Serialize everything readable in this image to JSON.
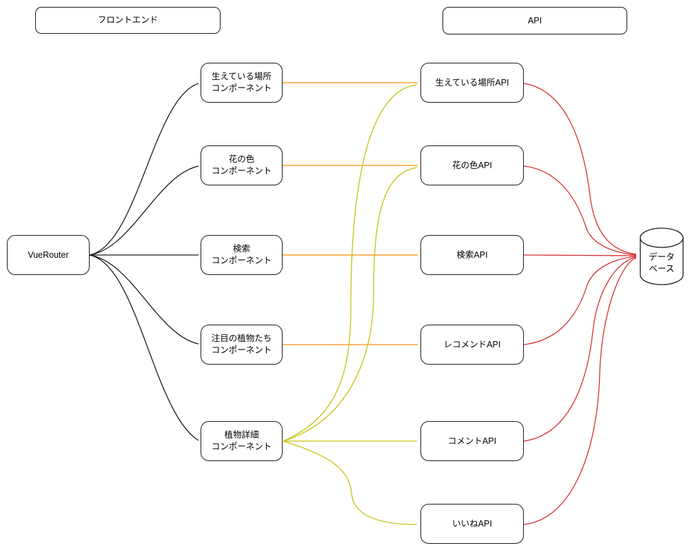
{
  "colors": {
    "black": "#1a1a1a",
    "orange": "#ff8c00",
    "yellow": "#c6c00f",
    "red": "#d42f2f",
    "border": "#1a1a1a"
  },
  "sections": {
    "frontend": "フロントエンド",
    "api": "API"
  },
  "nodes": {
    "vuerouter": {
      "label": "VueRouter"
    },
    "components": [
      {
        "label": "生えている場所\nコンポーネント"
      },
      {
        "label": "花の色\nコンポーネント"
      },
      {
        "label": "検索\nコンポーネント"
      },
      {
        "label": "注目の植物たち\nコンポーネント"
      },
      {
        "label": "植物詳細\nコンポーネント"
      }
    ],
    "apis": [
      {
        "label": "生えている場所API"
      },
      {
        "label": "花の色API"
      },
      {
        "label": "検索API"
      },
      {
        "label": "レコメンドAPI"
      },
      {
        "label": "コメントAPI"
      },
      {
        "label": "いいねAPI"
      }
    ],
    "database": {
      "label": "データ\nベース"
    }
  },
  "edges": [
    {
      "from": "VueRouter",
      "to": "生えている場所コンポーネント",
      "color": "black"
    },
    {
      "from": "VueRouter",
      "to": "花の色コンポーネント",
      "color": "black"
    },
    {
      "from": "VueRouter",
      "to": "検索コンポーネント",
      "color": "black"
    },
    {
      "from": "VueRouter",
      "to": "注目の植物たちコンポーネント",
      "color": "black"
    },
    {
      "from": "VueRouter",
      "to": "植物詳細コンポーネント",
      "color": "black"
    },
    {
      "from": "生えている場所コンポーネント",
      "to": "生えている場所API",
      "color": "orange"
    },
    {
      "from": "花の色コンポーネント",
      "to": "花の色API",
      "color": "orange"
    },
    {
      "from": "検索コンポーネント",
      "to": "検索API",
      "color": "orange"
    },
    {
      "from": "注目の植物たちコンポーネント",
      "to": "レコメンドAPI",
      "color": "orange"
    },
    {
      "from": "植物詳細コンポーネント",
      "to": "生えている場所API",
      "color": "yellow"
    },
    {
      "from": "植物詳細コンポーネント",
      "to": "花の色API",
      "color": "yellow"
    },
    {
      "from": "植物詳細コンポーネント",
      "to": "コメントAPI",
      "color": "yellow"
    },
    {
      "from": "植物詳細コンポーネント",
      "to": "いいねAPI",
      "color": "yellow"
    },
    {
      "from": "生えている場所API",
      "to": "データベース",
      "color": "red"
    },
    {
      "from": "花の色API",
      "to": "データベース",
      "color": "red"
    },
    {
      "from": "検索API",
      "to": "データベース",
      "color": "red"
    },
    {
      "from": "レコメンドAPI",
      "to": "データベース",
      "color": "red"
    },
    {
      "from": "コメントAPI",
      "to": "データベース",
      "color": "red"
    },
    {
      "from": "いいねAPI",
      "to": "データベース",
      "color": "red"
    }
  ]
}
